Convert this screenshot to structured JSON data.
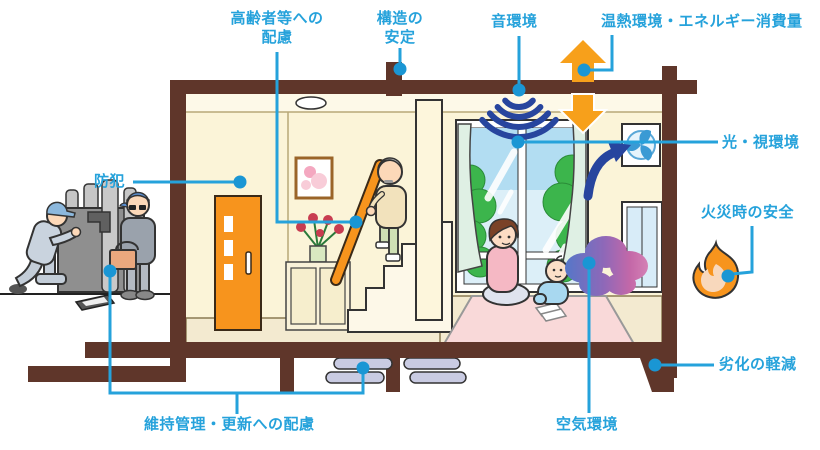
{
  "diagram": {
    "description_labels": {
      "crime_prevention": "防犯",
      "elderly_consideration": "高齢者等への\n配慮",
      "structural_stability": "構造の\n安定",
      "sound_environment": "音環境",
      "thermal_energy": "温熱環境・エネルギー消費量",
      "light_visual_environment": "光・視環境",
      "fire_safety": "火災時の安全",
      "deterioration_reduction": "劣化の軽減",
      "air_environment": "空気環境",
      "maintenance_renewal": "維持管理・更新への配慮"
    },
    "icons": [
      "sound-waves-icon",
      "heat-up-arrow-icon",
      "heat-down-arrow-icon",
      "ventilation-curved-arrow-icon",
      "ventilation-fan-icon",
      "flame-icon",
      "pollution-cloud-icon",
      "ceiling-light-icon",
      "handrail-icon",
      "front-door-icon",
      "underfloor-pipes-icon"
    ],
    "colors": {
      "label_blue": "#25a2db",
      "connector_dot_blue": "#1a96d4",
      "arrow_orange": "#f7a01b",
      "door_orange": "#f7941d",
      "frame_brown": "#5f362a",
      "wave_navy": "#27459e",
      "wall_cream": "#fbf4d8",
      "rug_pink": "#f9d9d9"
    }
  }
}
